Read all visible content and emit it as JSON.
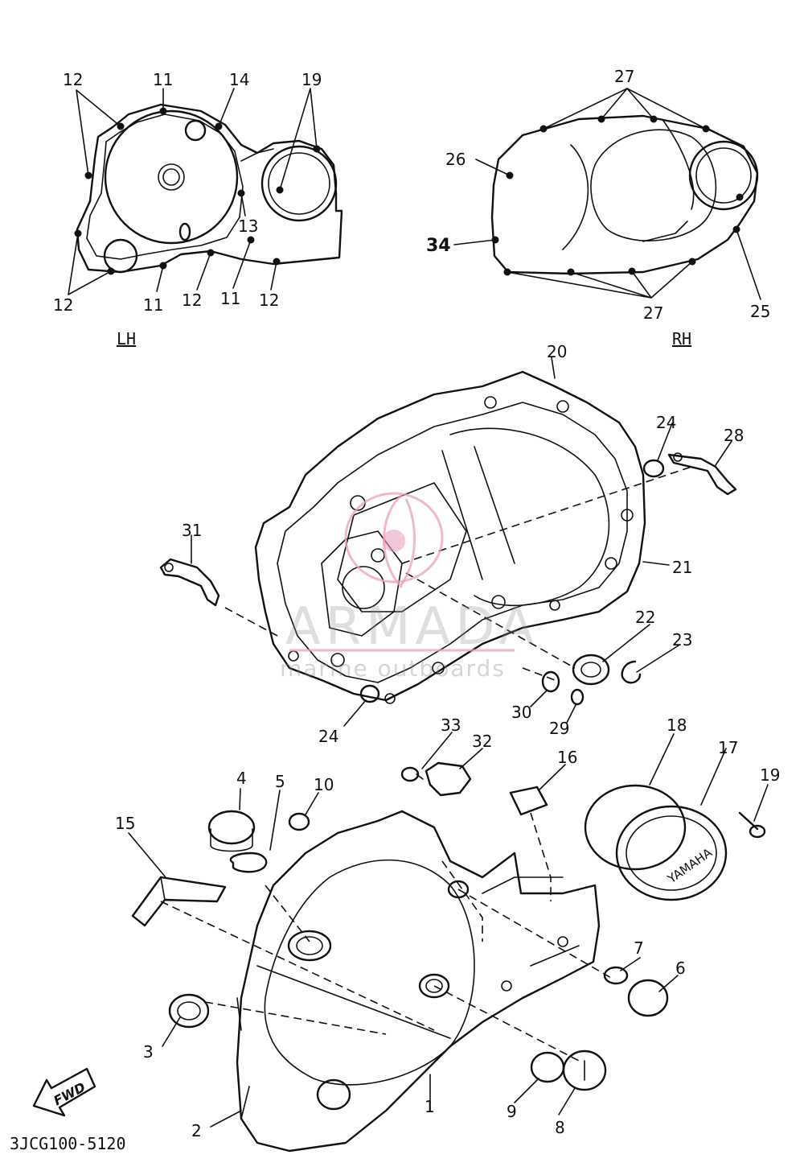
{
  "diagram_code": "3JCG100-5120",
  "side_labels": {
    "left": "LH",
    "right": "RH"
  },
  "fwd_label": "FWD",
  "brand_on_cover": "YAMAHA",
  "watermark": {
    "title": "ARMADA",
    "subtitle": "marine outboards"
  },
  "lh_labels": [
    "12",
    "11",
    "14",
    "19",
    "13",
    "12",
    "11",
    "12",
    "11",
    "12"
  ],
  "rh_labels": [
    "27",
    "26",
    "34",
    "27",
    "25"
  ],
  "main_labels": [
    "20",
    "24",
    "28",
    "31",
    "21",
    "22",
    "23",
    "30",
    "29",
    "24",
    "33",
    "32",
    "16",
    "18",
    "17",
    "19",
    "4",
    "5",
    "10",
    "15",
    "7",
    "6",
    "3",
    "1",
    "9",
    "8",
    "2"
  ]
}
